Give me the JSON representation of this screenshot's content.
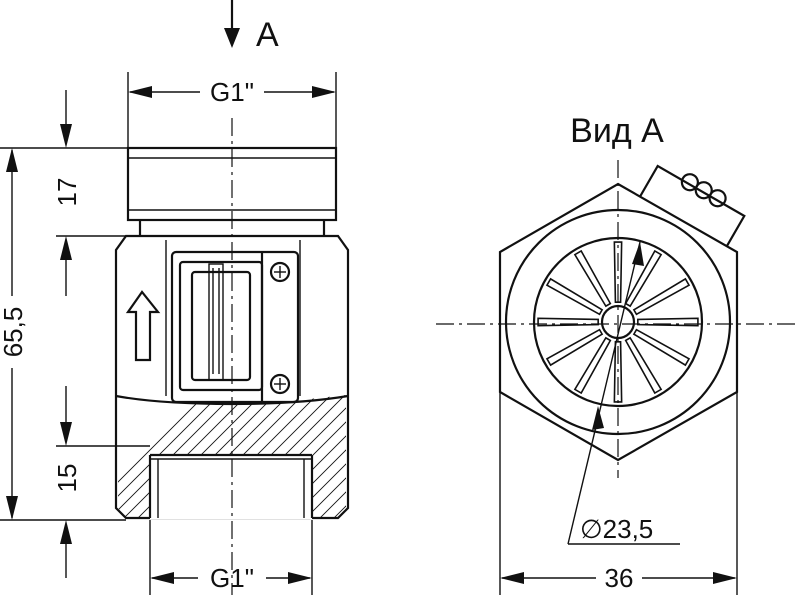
{
  "view_marker": {
    "letter": "A"
  },
  "side_view": {
    "thread_top": "G1\"",
    "thread_bottom": "G1\"",
    "dim_top_height": "17",
    "dim_total_height": "65,5",
    "dim_bottom_height": "15"
  },
  "end_view": {
    "title": "Вид А",
    "diameter": "∅23,5",
    "across_flats": "36"
  }
}
